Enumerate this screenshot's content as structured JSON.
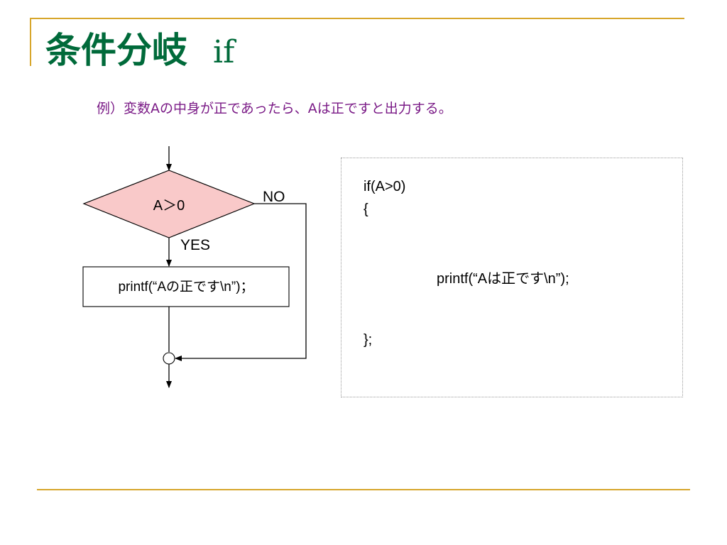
{
  "slide": {
    "title": "条件分岐",
    "keyword": "if",
    "example": "例）変数Aの中身が正であったら、Aは正ですと出力する。"
  },
  "flowchart": {
    "condition": "A＞0",
    "yes_label": "YES",
    "no_label": "NO",
    "process": "printf(“Aの正です\\n”)；"
  },
  "code": {
    "line1": "if(A>0)",
    "line2": "{",
    "line3": "printf(“Aは正です\\n”);",
    "line4": "};"
  },
  "colors": {
    "title": "#006a3a",
    "example_text": "#7a1a86",
    "rule": "#d7a62b",
    "decision_fill": "#f9c9c9"
  }
}
